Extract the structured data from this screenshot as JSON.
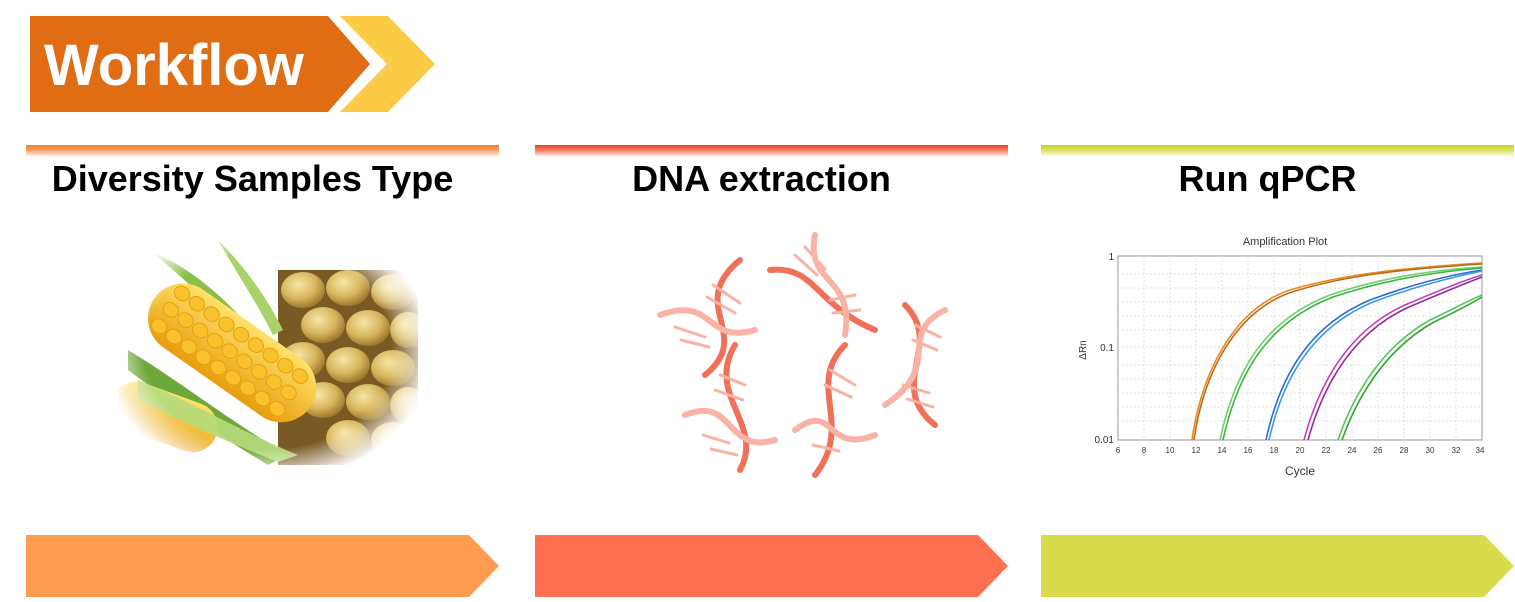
{
  "title": {
    "text": "Workflow"
  },
  "steps": [
    {
      "label": "Diversity Samples Type",
      "image": "corn-and-soybean"
    },
    {
      "label": "DNA extraction",
      "image": "dna-helix-strands"
    },
    {
      "label": "Run qPCR",
      "image": "amplification-plot"
    }
  ],
  "plot": {
    "title": "Amplification Plot",
    "ylabel": "ΔRn",
    "xlabel": "Cycle",
    "y_ticks": [
      "1",
      "0.1",
      "0.01"
    ],
    "x_ticks": [
      "6",
      "8",
      "10",
      "12",
      "14",
      "16",
      "18",
      "20",
      "22",
      "24",
      "26",
      "28",
      "30",
      "32",
      "34"
    ]
  },
  "colors": {
    "title_orange": "#E07020",
    "title_yellow": "#F7C948",
    "step1": "#FF9C52",
    "step2": "#FF7050",
    "step3": "#D9DB4C"
  }
}
